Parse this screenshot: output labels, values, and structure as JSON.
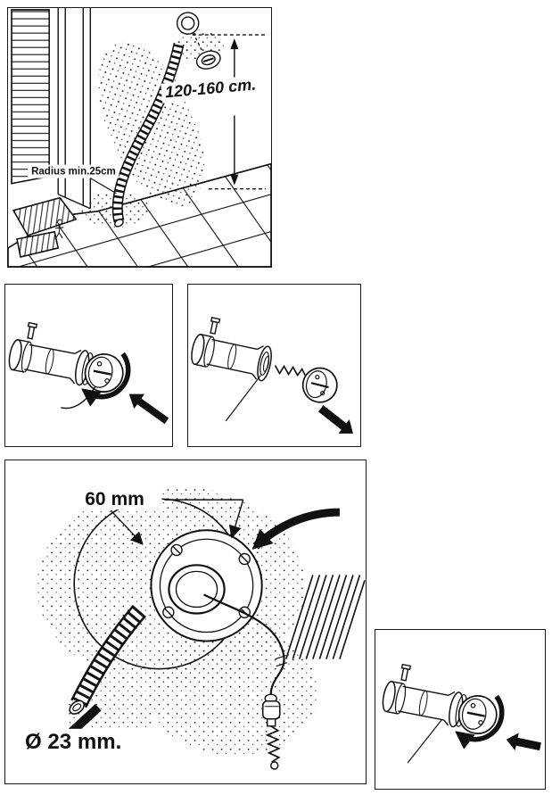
{
  "colors": {
    "ink": "#111111",
    "paper": "#ffffff"
  },
  "panels": {
    "exterior_installation": {
      "height_range_label": "120-160 cm.",
      "radius_label": "Radius min.25cm"
    },
    "cap_unscrew": {},
    "cap_removed": {},
    "hole_mounting": {
      "hole_diameter_label": "60 mm",
      "hose_diameter_label": "Ø 23 mm."
    },
    "cap_screw_back": {}
  }
}
